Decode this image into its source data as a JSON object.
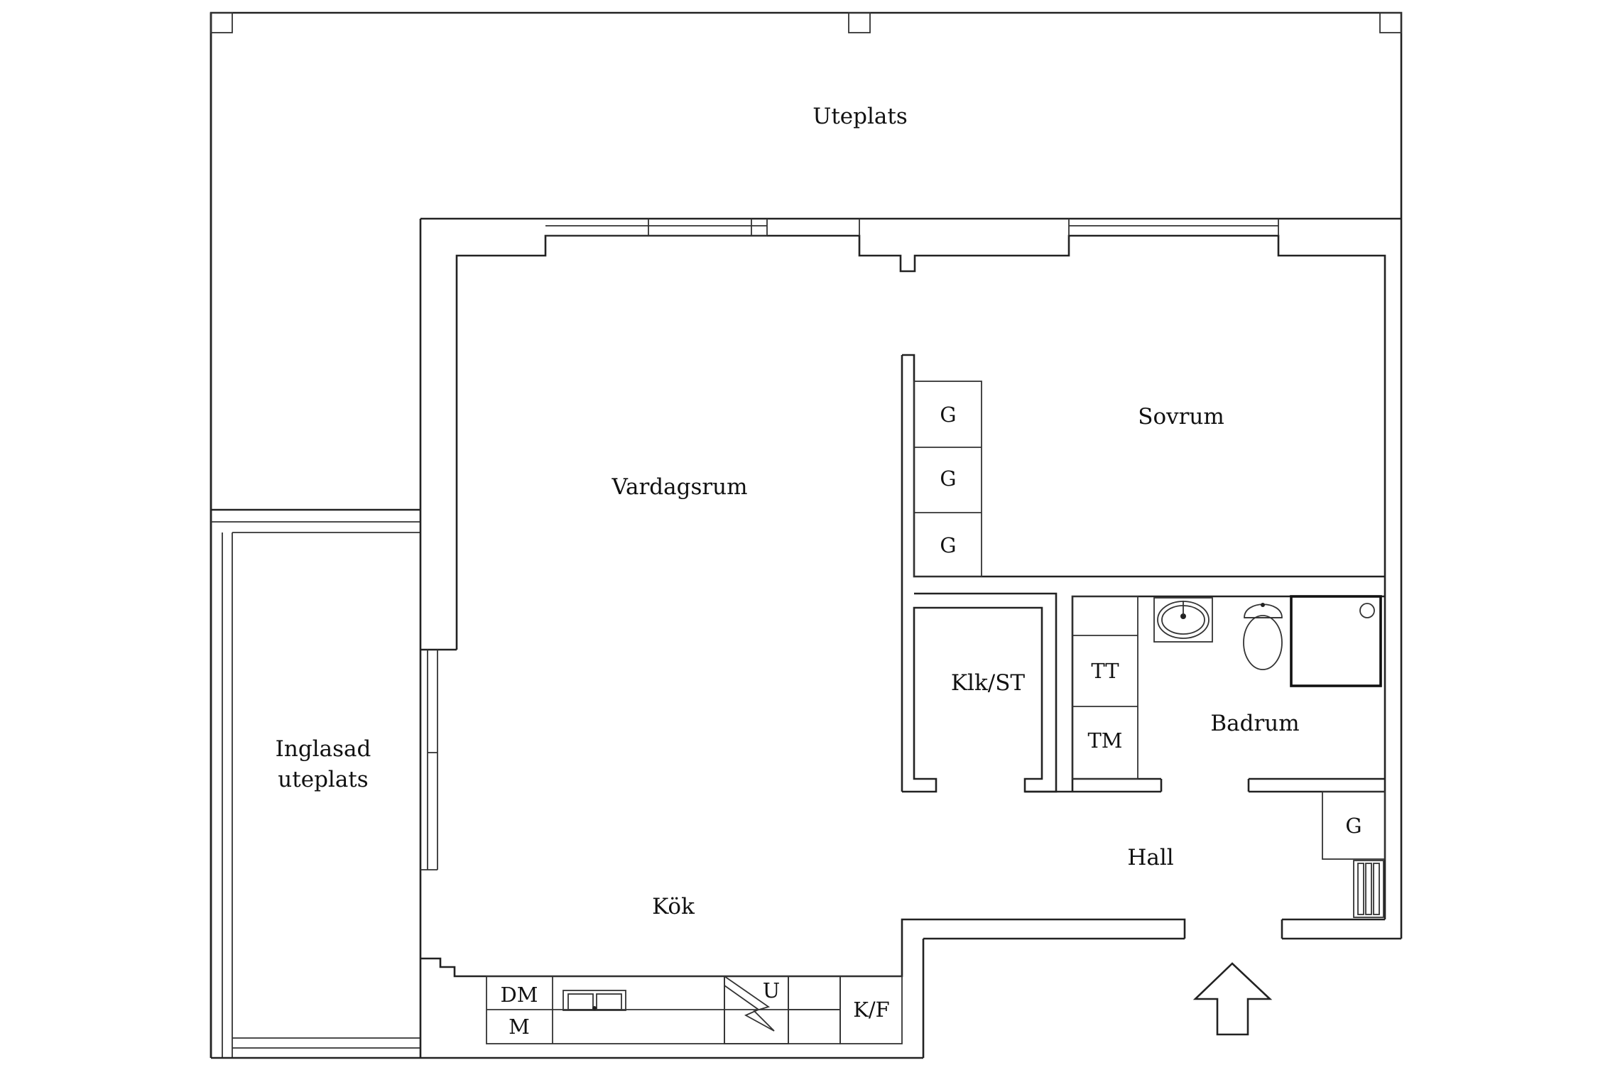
{
  "rooms": {
    "uteplats": "Uteplats",
    "vardagsrum": "Vardagsrum",
    "sovrum": "Sovrum",
    "inglasad_line1": "Inglasad",
    "inglasad_line2": "uteplats",
    "klk_st": "Klk/ST",
    "badrum": "Badrum",
    "hall": "Hall",
    "kok": "Kök"
  },
  "closets": {
    "g1": "G",
    "g2": "G",
    "g3": "G",
    "g4": "G"
  },
  "appliances": {
    "tt": "TT",
    "tm": "TM",
    "dm": "DM",
    "m": "M",
    "u": "U",
    "kf": "K/F"
  },
  "symbols": {
    "entrance": "entrance-arrow",
    "sink": "sink-icon",
    "toilet": "toilet-icon",
    "shower": "shower-icon",
    "kitchen_sink": "kitchen-sink-icon",
    "stove": "stove-icon",
    "radiator": "radiator-icon"
  },
  "colors": {
    "walls": "#222222",
    "background": "#ffffff"
  }
}
